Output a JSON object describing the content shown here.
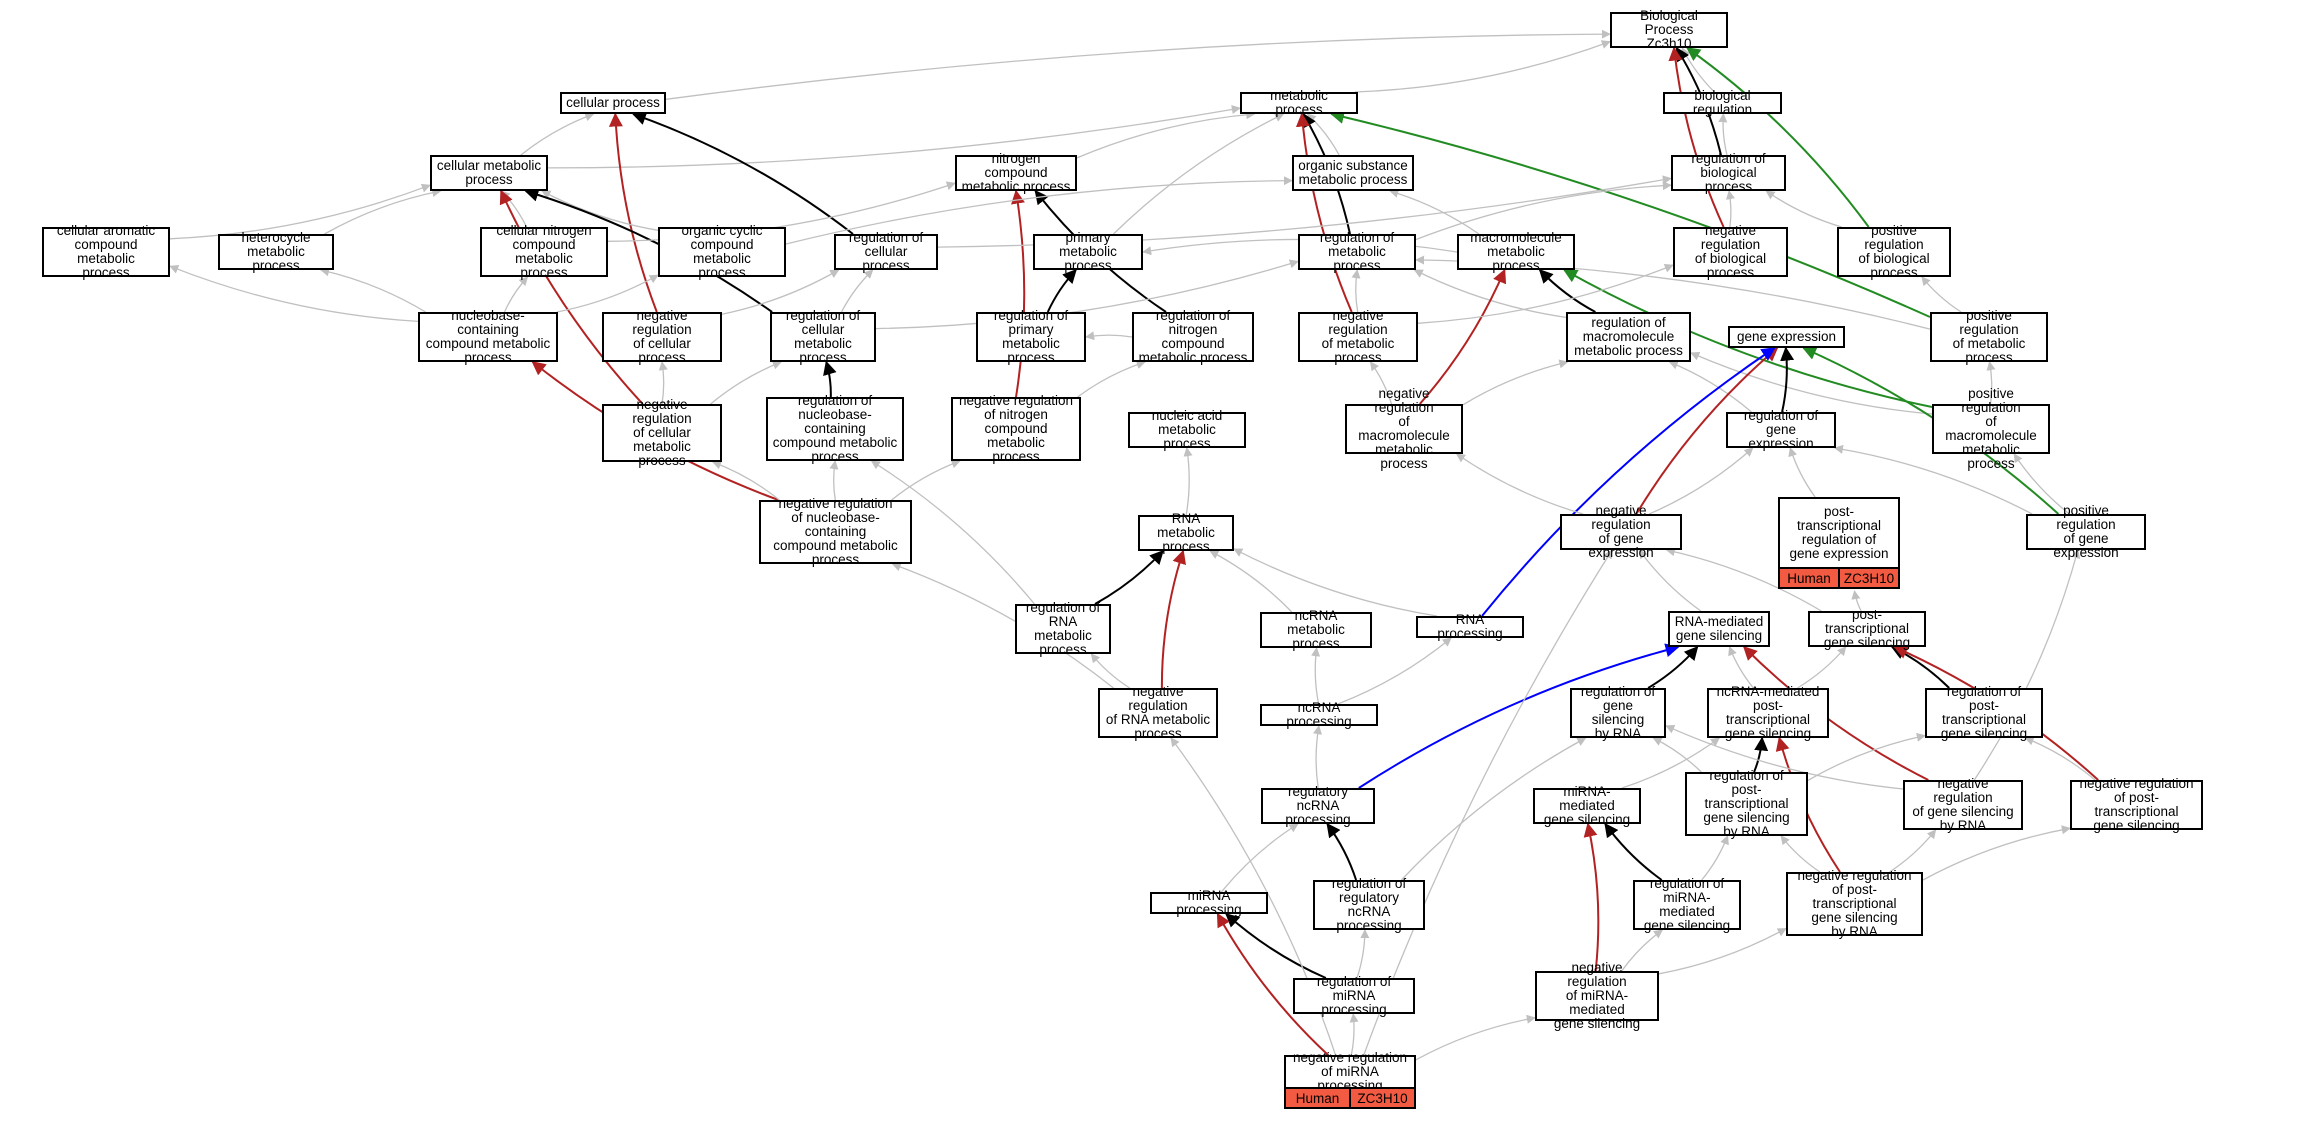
{
  "colors": {
    "gray": "#c0c0c0",
    "black": "#000000",
    "red": "#b22222",
    "green": "#228b22",
    "blue": "#0000ff",
    "annotation": "#f25a41"
  },
  "nodes": [
    {
      "id": "bp",
      "label": "Biological Process\nZc3h10"
    },
    {
      "id": "cp",
      "label": "cellular process"
    },
    {
      "id": "mp",
      "label": "metabolic process"
    },
    {
      "id": "br",
      "label": "biological regulation"
    },
    {
      "id": "cmp",
      "label": "cellular metabolic\nprocess"
    },
    {
      "id": "ncmp",
      "label": "nitrogen compound\nmetabolic process"
    },
    {
      "id": "osmp",
      "label": "organic substance\nmetabolic process"
    },
    {
      "id": "rbp",
      "label": "regulation of\nbiological process"
    },
    {
      "id": "cacmp",
      "label": "cellular aromatic\ncompound metabolic\nprocess"
    },
    {
      "id": "hmp",
      "label": "heterocycle\nmetabolic process"
    },
    {
      "id": "cncmp",
      "label": "cellular nitrogen\ncompound metabolic\nprocess"
    },
    {
      "id": "occmp",
      "label": "organic cyclic\ncompound metabolic\nprocess"
    },
    {
      "id": "rcp",
      "label": "regulation of\ncellular process"
    },
    {
      "id": "pmp",
      "label": "primary metabolic\nprocess"
    },
    {
      "id": "rmp",
      "label": "regulation of\nmetabolic process"
    },
    {
      "id": "macmp",
      "label": "macromolecule\nmetabolic process"
    },
    {
      "id": "nrbp",
      "label": "negative regulation\nof biological\nprocess"
    },
    {
      "id": "prbp",
      "label": "positive regulation\nof biological\nprocess"
    },
    {
      "id": "nbcmp",
      "label": "nucleobase-containing\ncompound metabolic\nprocess"
    },
    {
      "id": "nrcp",
      "label": "negative regulation\nof cellular\nprocess"
    },
    {
      "id": "rcmp",
      "label": "regulation of\ncellular metabolic\nprocess"
    },
    {
      "id": "rpmp",
      "label": "regulation of\nprimary metabolic\nprocess"
    },
    {
      "id": "rncmp",
      "label": "regulation of\nnitrogen compound\nmetabolic process"
    },
    {
      "id": "nrmp",
      "label": "negative regulation\nof metabolic\nprocess"
    },
    {
      "id": "rmacmp",
      "label": "regulation of\nmacromolecule\nmetabolic process"
    },
    {
      "id": "ge",
      "label": "gene expression"
    },
    {
      "id": "prmp",
      "label": "positive regulation\nof metabolic\nprocess"
    },
    {
      "id": "nrcmp",
      "label": "negative regulation\nof cellular\nmetabolic process"
    },
    {
      "id": "rnbcmp",
      "label": "regulation of\nnucleobase-containing\ncompound metabolic\nprocess"
    },
    {
      "id": "nrncmp",
      "label": "negative regulation\nof nitrogen\ncompound metabolic\nprocess"
    },
    {
      "id": "namp",
      "label": "nucleic acid\nmetabolic process"
    },
    {
      "id": "nrmacmp",
      "label": "negative regulation\nof macromolecule\nmetabolic process"
    },
    {
      "id": "rge",
      "label": "regulation of\ngene expression"
    },
    {
      "id": "prmacmp",
      "label": "positive regulation\nof macromolecule\nmetabolic process"
    },
    {
      "id": "nrnbcmp",
      "label": "negative regulation\nof nucleobase-containing\ncompound metabolic\nprocess"
    },
    {
      "id": "rnamp",
      "label": "RNA metabolic\nprocess"
    },
    {
      "id": "nrge",
      "label": "negative regulation\nof gene expression"
    },
    {
      "id": "ptrge",
      "label": "post-transcriptional\nregulation of\ngene expression",
      "annotation": [
        "Human",
        "ZC3H10"
      ]
    },
    {
      "id": "prge",
      "label": "positive regulation\nof gene expression"
    },
    {
      "id": "rrnamp",
      "label": "regulation of\nRNA metabolic\nprocess"
    },
    {
      "id": "ncrnamp",
      "label": "ncRNA metabolic\nprocess"
    },
    {
      "id": "rnap",
      "label": "RNA processing"
    },
    {
      "id": "rnags",
      "label": "RNA-mediated\ngene silencing"
    },
    {
      "id": "ptgs",
      "label": "post-transcriptional\ngene silencing"
    },
    {
      "id": "nrrnamp",
      "label": "negative regulation\nof RNA metabolic\nprocess"
    },
    {
      "id": "ncrnap",
      "label": "ncRNA processing"
    },
    {
      "id": "rgsrna",
      "label": "regulation of\ngene silencing\nby RNA"
    },
    {
      "id": "ncrnaptgs",
      "label": "ncRNA-mediated\npost-transcriptional\ngene silencing"
    },
    {
      "id": "rptgs",
      "label": "regulation of\npost-transcriptional\ngene silencing"
    },
    {
      "id": "regncrnap",
      "label": "regulatory ncRNA\nprocessing"
    },
    {
      "id": "mirgs",
      "label": "miRNA-mediated\ngene silencing"
    },
    {
      "id": "rptgsrna",
      "label": "regulation of\npost-transcriptional\ngene silencing\nby RNA"
    },
    {
      "id": "nrgsrna",
      "label": "negative regulation\nof gene silencing\nby RNA"
    },
    {
      "id": "nrptgs",
      "label": "negative regulation\nof post-transcriptional\ngene silencing"
    },
    {
      "id": "mirp",
      "label": "miRNA processing"
    },
    {
      "id": "rregncrnap",
      "label": "regulation of\nregulatory ncRNA\nprocessing"
    },
    {
      "id": "rmirgs",
      "label": "regulation of\nmiRNA-mediated\ngene silencing"
    },
    {
      "id": "nrptgsrna",
      "label": "negative regulation\nof post-transcriptional\ngene silencing\nby RNA"
    },
    {
      "id": "rmirp",
      "label": "regulation of\nmiRNA processing"
    },
    {
      "id": "nrmirgs",
      "label": "negative regulation\nof miRNA-mediated\ngene silencing"
    },
    {
      "id": "nrmirp",
      "label": "negative regulation\nof miRNA processing",
      "annotation": [
        "Human",
        "ZC3H10"
      ]
    }
  ],
  "edges": [
    {
      "from": "cp",
      "to": "bp",
      "color": "gray"
    },
    {
      "from": "mp",
      "to": "bp",
      "color": "gray"
    },
    {
      "from": "br",
      "to": "bp",
      "color": "gray"
    },
    {
      "from": "rbp",
      "to": "bp",
      "color": "black"
    },
    {
      "from": "nrbp",
      "to": "bp",
      "color": "red"
    },
    {
      "from": "prbp",
      "to": "bp",
      "color": "green"
    },
    {
      "from": "cmp",
      "to": "cp",
      "color": "gray"
    },
    {
      "from": "cmp",
      "to": "mp",
      "color": "gray"
    },
    {
      "from": "ncmp",
      "to": "mp",
      "color": "gray"
    },
    {
      "from": "osmp",
      "to": "mp",
      "color": "gray"
    },
    {
      "from": "pmp",
      "to": "mp",
      "color": "gray"
    },
    {
      "from": "rmp",
      "to": "mp",
      "color": "black"
    },
    {
      "from": "nrmp",
      "to": "mp",
      "color": "red"
    },
    {
      "from": "prmp",
      "to": "mp",
      "color": "green"
    },
    {
      "from": "rbp",
      "to": "br",
      "color": "gray"
    },
    {
      "from": "rcp",
      "to": "cp",
      "color": "black"
    },
    {
      "from": "nrcp",
      "to": "cp",
      "color": "red"
    },
    {
      "from": "cacmp",
      "to": "cmp",
      "color": "gray"
    },
    {
      "from": "hmp",
      "to": "cmp",
      "color": "gray"
    },
    {
      "from": "cncmp",
      "to": "cmp",
      "color": "gray"
    },
    {
      "from": "occmp",
      "to": "cmp",
      "color": "gray"
    },
    {
      "from": "rcmp",
      "to": "cmp",
      "color": "black"
    },
    {
      "from": "nrcmp",
      "to": "cmp",
      "color": "red"
    },
    {
      "from": "cncmp",
      "to": "ncmp",
      "color": "gray"
    },
    {
      "from": "rncmp",
      "to": "ncmp",
      "color": "black"
    },
    {
      "from": "nrncmp",
      "to": "ncmp",
      "color": "red"
    },
    {
      "from": "occmp",
      "to": "osmp",
      "color": "gray"
    },
    {
      "from": "macmp",
      "to": "osmp",
      "color": "gray"
    },
    {
      "from": "rmp",
      "to": "rbp",
      "color": "gray"
    },
    {
      "from": "nrbp",
      "to": "rbp",
      "color": "gray"
    },
    {
      "from": "prbp",
      "to": "rbp",
      "color": "gray"
    },
    {
      "from": "rcp",
      "to": "rbp",
      "color": "gray"
    },
    {
      "from": "nbcmp",
      "to": "cacmp",
      "color": "gray"
    },
    {
      "from": "nbcmp",
      "to": "hmp",
      "color": "gray"
    },
    {
      "from": "nbcmp",
      "to": "cncmp",
      "color": "gray"
    },
    {
      "from": "nbcmp",
      "to": "occmp",
      "color": "gray"
    },
    {
      "from": "rpmp",
      "to": "pmp",
      "color": "black"
    },
    {
      "from": "macmp",
      "to": "pmp",
      "color": "gray"
    },
    {
      "from": "nrmp",
      "to": "rmp",
      "color": "gray"
    },
    {
      "from": "rcmp",
      "to": "rmp",
      "color": "gray"
    },
    {
      "from": "rmacmp",
      "to": "rmp",
      "color": "gray"
    },
    {
      "from": "prmp",
      "to": "rmp",
      "color": "gray"
    },
    {
      "from": "rmacmp",
      "to": "macmp",
      "color": "black"
    },
    {
      "from": "nrmacmp",
      "to": "macmp",
      "color": "red"
    },
    {
      "from": "prmacmp",
      "to": "macmp",
      "color": "green"
    },
    {
      "from": "nrcp",
      "to": "rcp",
      "color": "gray"
    },
    {
      "from": "rcmp",
      "to": "rcp",
      "color": "gray"
    },
    {
      "from": "nrmp",
      "to": "nrbp",
      "color": "gray"
    },
    {
      "from": "prmp",
      "to": "prbp",
      "color": "gray"
    },
    {
      "from": "rnbcmp",
      "to": "rcmp",
      "color": "black"
    },
    {
      "from": "nrcmp",
      "to": "rcmp",
      "color": "gray"
    },
    {
      "from": "nrcmp",
      "to": "nrcp",
      "color": "gray"
    },
    {
      "from": "nrnbcmp",
      "to": "nbcmp",
      "color": "red"
    },
    {
      "from": "rncmp",
      "to": "rpmp",
      "color": "gray"
    },
    {
      "from": "nrncmp",
      "to": "rncmp",
      "color": "gray"
    },
    {
      "from": "nrmacmp",
      "to": "nrmp",
      "color": "gray"
    },
    {
      "from": "nrmacmp",
      "to": "rmacmp",
      "color": "gray"
    },
    {
      "from": "rge",
      "to": "rmacmp",
      "color": "gray"
    },
    {
      "from": "prmacmp",
      "to": "rmacmp",
      "color": "gray"
    },
    {
      "from": "rge",
      "to": "ge",
      "color": "black"
    },
    {
      "from": "nrge",
      "to": "ge",
      "color": "red"
    },
    {
      "from": "prge",
      "to": "ge",
      "color": "green"
    },
    {
      "from": "rnap",
      "to": "ge",
      "color": "blue"
    },
    {
      "from": "prmacmp",
      "to": "prmp",
      "color": "gray"
    },
    {
      "from": "nrnbcmp",
      "to": "rnbcmp",
      "color": "gray"
    },
    {
      "from": "nrnbcmp",
      "to": "nrcmp",
      "color": "gray"
    },
    {
      "from": "nrnbcmp",
      "to": "nrncmp",
      "color": "gray"
    },
    {
      "from": "rnamp",
      "to": "namp",
      "color": "gray"
    },
    {
      "from": "nrge",
      "to": "nrmacmp",
      "color": "gray"
    },
    {
      "from": "nrge",
      "to": "rge",
      "color": "gray"
    },
    {
      "from": "ptrge",
      "to": "rge",
      "color": "gray"
    },
    {
      "from": "prge",
      "to": "rge",
      "color": "gray"
    },
    {
      "from": "prge",
      "to": "prmacmp",
      "color": "gray"
    },
    {
      "from": "rrnamp",
      "to": "rnamp",
      "color": "black"
    },
    {
      "from": "nrrnamp",
      "to": "rnamp",
      "color": "red"
    },
    {
      "from": "ncrnamp",
      "to": "rnamp",
      "color": "gray"
    },
    {
      "from": "rnap",
      "to": "rnamp",
      "color": "gray"
    },
    {
      "from": "rrnamp",
      "to": "rnbcmp",
      "color": "gray"
    },
    {
      "from": "nrrnamp",
      "to": "rrnamp",
      "color": "gray"
    },
    {
      "from": "nrrnamp",
      "to": "nrnbcmp",
      "color": "gray"
    },
    {
      "from": "ncrnap",
      "to": "ncrnamp",
      "color": "gray"
    },
    {
      "from": "ncrnap",
      "to": "rnap",
      "color": "gray"
    },
    {
      "from": "ptgs",
      "to": "ptrge",
      "color": "gray"
    },
    {
      "from": "ptgs",
      "to": "nrge",
      "color": "gray"
    },
    {
      "from": "rnags",
      "to": "nrge",
      "color": "gray"
    },
    {
      "from": "rgsrna",
      "to": "rnags",
      "color": "black"
    },
    {
      "from": "ncrnaptgs",
      "to": "rnags",
      "color": "gray"
    },
    {
      "from": "ncrnaptgs",
      "to": "ptgs",
      "color": "gray"
    },
    {
      "from": "regncrnap",
      "to": "rnags",
      "color": "blue"
    },
    {
      "from": "rptgs",
      "to": "ptgs",
      "color": "black"
    },
    {
      "from": "nrgsrna",
      "to": "rnags",
      "color": "red"
    },
    {
      "from": "nrptgs",
      "to": "ptgs",
      "color": "red"
    },
    {
      "from": "regncrnap",
      "to": "ncrnap",
      "color": "gray"
    },
    {
      "from": "rptgsrna",
      "to": "ncrnaptgs",
      "color": "black"
    },
    {
      "from": "nrptgsrna",
      "to": "ncrnaptgs",
      "color": "red"
    },
    {
      "from": "rptgsrna",
      "to": "rgsrna",
      "color": "gray"
    },
    {
      "from": "nrgsrna",
      "to": "rgsrna",
      "color": "gray"
    },
    {
      "from": "nrptgs",
      "to": "rptgs",
      "color": "gray"
    },
    {
      "from": "rptgsrna",
      "to": "rptgs",
      "color": "gray"
    },
    {
      "from": "mirgs",
      "to": "ncrnaptgs",
      "color": "gray"
    },
    {
      "from": "rmirgs",
      "to": "mirgs",
      "color": "black"
    },
    {
      "from": "nrmirgs",
      "to": "mirgs",
      "color": "red"
    },
    {
      "from": "nrptgsrna",
      "to": "rptgsrna",
      "color": "gray"
    },
    {
      "from": "nrptgsrna",
      "to": "nrgsrna",
      "color": "gray"
    },
    {
      "from": "nrptgsrna",
      "to": "nrptgs",
      "color": "gray"
    },
    {
      "from": "nrgsrna",
      "to": "prge",
      "color": "gray"
    },
    {
      "from": "mirp",
      "to": "regncrnap",
      "color": "gray"
    },
    {
      "from": "rregncrnap",
      "to": "regncrnap",
      "color": "black"
    },
    {
      "from": "rregncrnap",
      "to": "rgsrna",
      "color": "gray"
    },
    {
      "from": "rmirgs",
      "to": "rptgsrna",
      "color": "gray"
    },
    {
      "from": "rmirp",
      "to": "mirp",
      "color": "black"
    },
    {
      "from": "rmirp",
      "to": "rregncrnap",
      "color": "gray"
    },
    {
      "from": "nrmirgs",
      "to": "rmirgs",
      "color": "gray"
    },
    {
      "from": "nrmirgs",
      "to": "nrptgsrna",
      "color": "gray"
    },
    {
      "from": "nrmirp",
      "to": "mirp",
      "color": "red"
    },
    {
      "from": "nrmirp",
      "to": "rmirp",
      "color": "gray"
    },
    {
      "from": "nrmirp",
      "to": "nrmirgs",
      "color": "gray"
    },
    {
      "from": "nrmirp",
      "to": "nrrnamp",
      "color": "gray"
    },
    {
      "from": "nrmirp",
      "to": "nrge",
      "color": "gray"
    }
  ]
}
